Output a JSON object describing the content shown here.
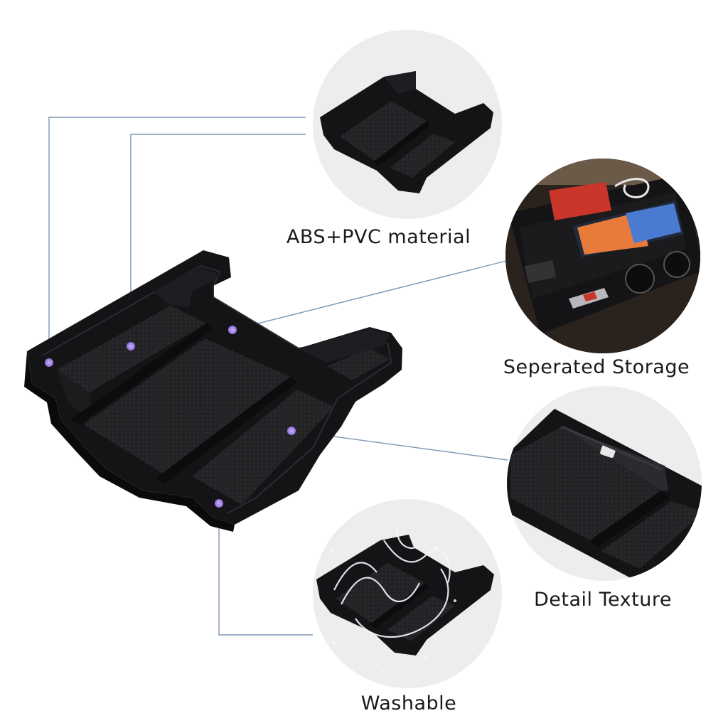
{
  "features": {
    "material": "ABS+PVC material",
    "storage": "Seperated Storage",
    "texture": "Detail Texture",
    "washable": "Washable"
  },
  "colors": {
    "callout_line": "#7d97b4",
    "callout_dot": "#a889e6",
    "circle_bg": "#ededed",
    "tray_black": "#17171a",
    "mat_texture": "#2a2a2d",
    "phone_screen": "#e87a3a",
    "card_red": "#c9352b"
  }
}
